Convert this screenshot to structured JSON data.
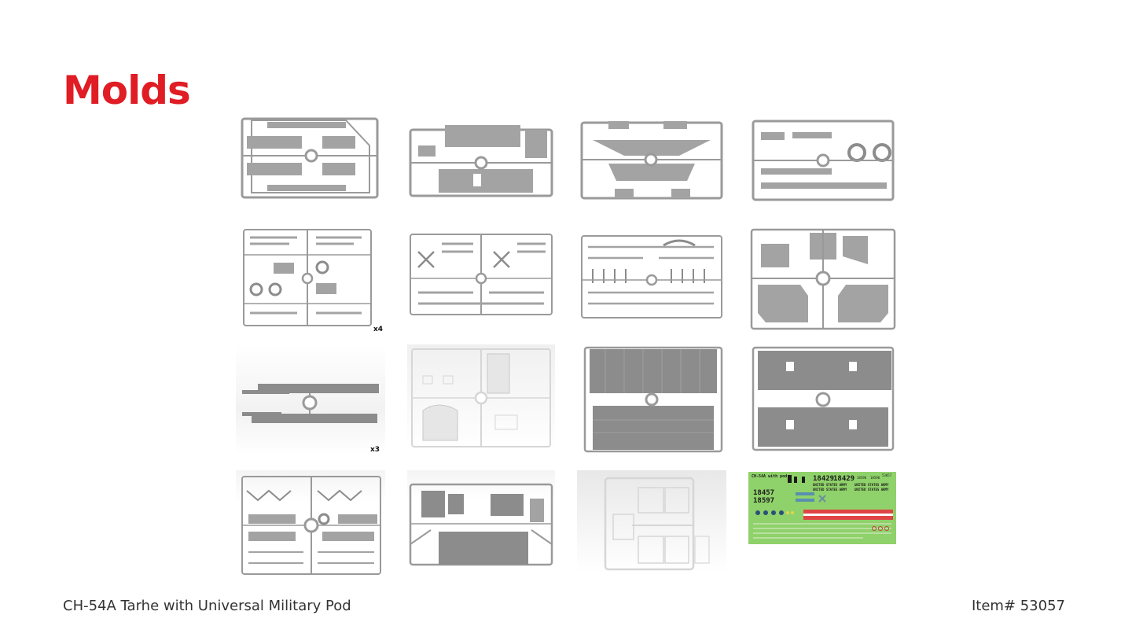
{
  "page": {
    "title": "Molds"
  },
  "badges": {
    "sprue_e": "x4",
    "sprue_i": "x3"
  },
  "decal": {
    "heading": "CH-54A with pod",
    "code": "53057",
    "serial_a1": "18429",
    "serial_a2": "18429",
    "serial_b": "18457",
    "serial_c": "18597",
    "small_1": "18590",
    "small_2": "18590",
    "army_1": "UNITED STATES ARMY",
    "army_2": "UNITED STATES ARMY",
    "army_3": "UNITED STATES ARMY",
    "army_4": "UNITED STATES ARMY"
  },
  "colors": {
    "accent": "#e01c24",
    "plastic": "#8c8c8c",
    "plastic_fill": "#a3a3a3",
    "frame": "#9a9a9a",
    "clear": "#d6d6d6",
    "decal_bg": "#8fd16a"
  },
  "footer": {
    "product": "CH-54A Tarhe with Universal Military Pod",
    "item": "Item# 53057"
  }
}
